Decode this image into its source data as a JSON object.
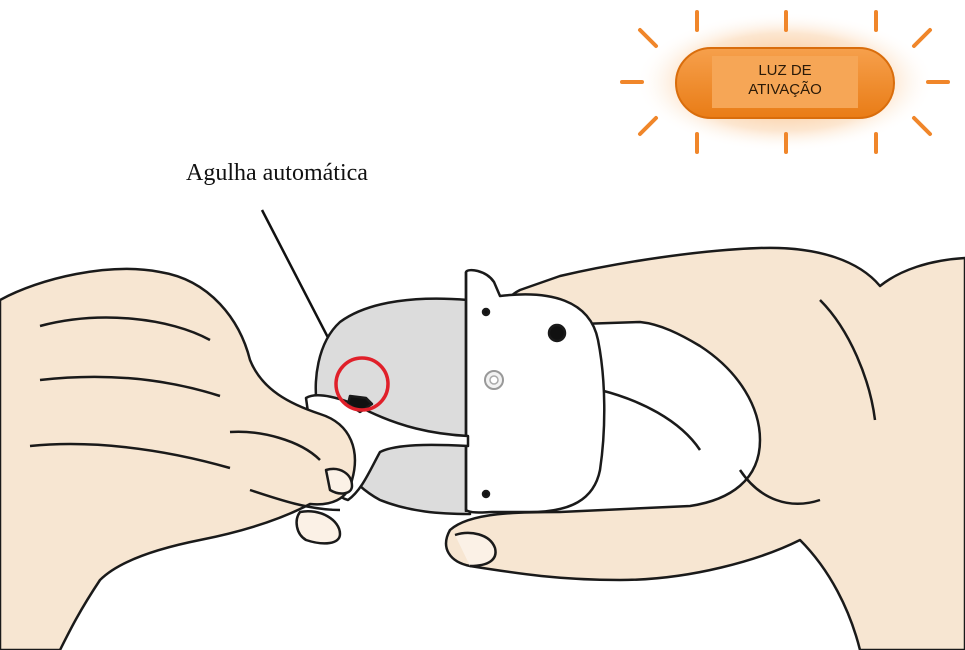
{
  "callout": {
    "label": "Agulha automática"
  },
  "activation_light": {
    "line1": "LUZ DE",
    "line2": "ATIVAÇÃO"
  },
  "colors": {
    "skin": "#f7e6d2",
    "skin_shadow": "#ead2b8",
    "outline": "#1a1a1a",
    "device_body": "#ffffff",
    "device_side": "#dcdcdc",
    "light_orange": "#f08a24",
    "light_inner": "#f7a853",
    "highlight_ring": "#e0202a"
  }
}
